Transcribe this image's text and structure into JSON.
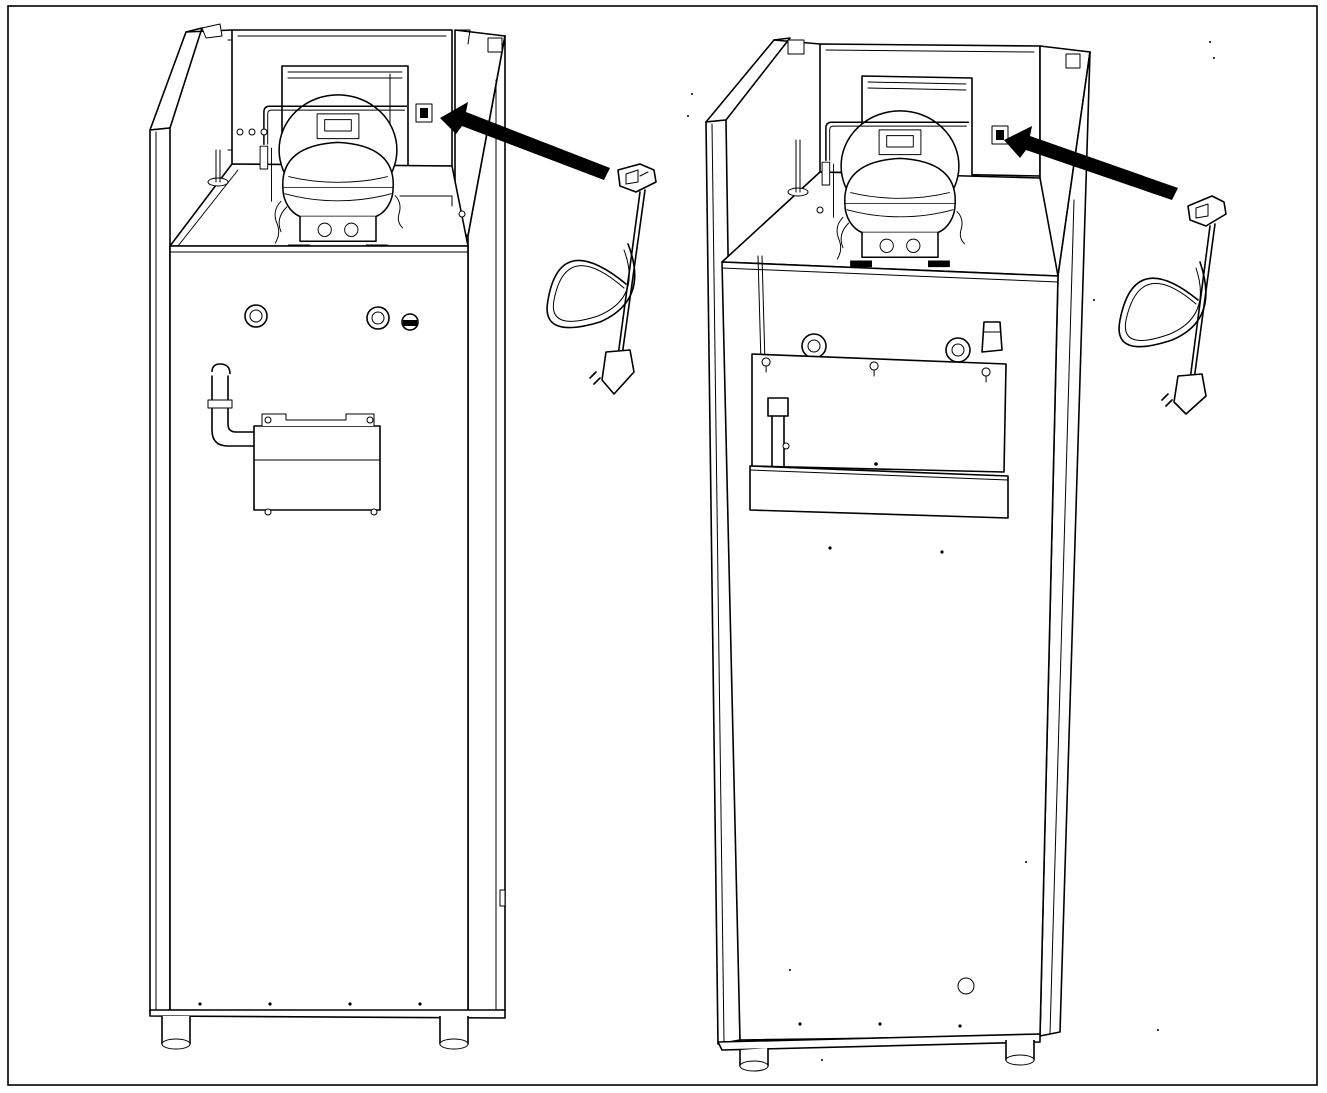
{
  "figure": {
    "views": [
      {
        "name": "appliance-rear-view-left",
        "variant": "wall-mounted-drain-box"
      },
      {
        "name": "appliance-rear-view-right",
        "variant": "drip-tray-panel"
      }
    ],
    "callout": {
      "icon": "power-cord-plug-icon",
      "pointer": "arrow-to-mains-socket"
    },
    "colors": {
      "line": "#000000",
      "background": "#ffffff"
    }
  }
}
